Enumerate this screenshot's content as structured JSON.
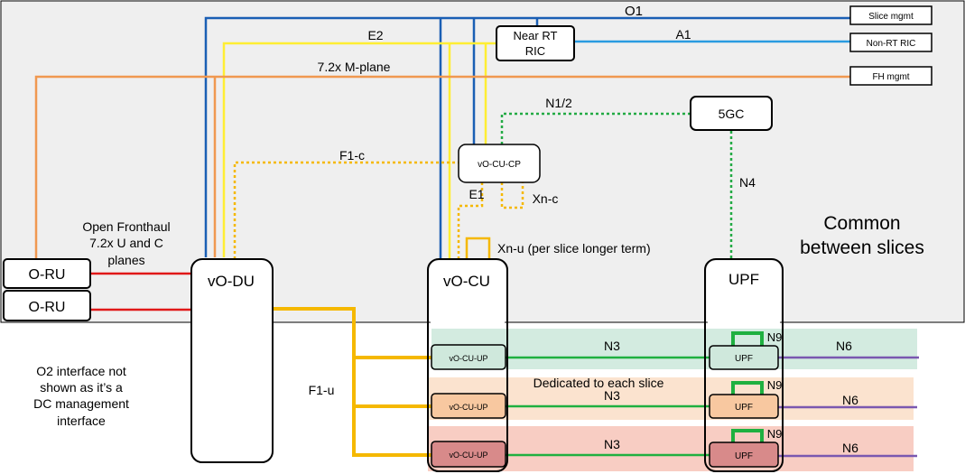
{
  "boxes": {
    "slice_mgmt": "Slice mgmt",
    "non_rt_ric": "Non-RT RIC",
    "fh_mgmt": "FH mgmt",
    "near_rt_ric_line1": "Near RT",
    "near_rt_ric_line2": "RIC",
    "fivegc": "5GC",
    "vo_cu_cp": "vO-CU-CP",
    "o_ru_1": "O-RU",
    "o_ru_2": "O-RU",
    "vo_du": "vO-DU",
    "vo_cu": "vO-CU",
    "upf_common": "UPF",
    "vo_cu_up_1": "vO-CU-UP",
    "vo_cu_up_2": "vO-CU-UP",
    "vo_cu_up_3": "vO-CU-UP",
    "upf_1": "UPF",
    "upf_2": "UPF",
    "upf_3": "UPF"
  },
  "labels": {
    "o1": "O1",
    "e2": "E2",
    "a1": "A1",
    "m_plane": "7.2x M-plane",
    "n1_2": "N1/2",
    "f1_c": "F1-c",
    "e1": "E1",
    "xn_c": "Xn-c",
    "n4": "N4",
    "xn_u": "Xn-u (per slice longer term)",
    "common_line1": "Common",
    "common_line2": "between slices",
    "ofh_line1": "Open Fronthaul",
    "ofh_line2": "7.2x U and C",
    "ofh_line3": "planes",
    "o2_line1": "O2 interface not",
    "o2_line2": "shown as it’s a",
    "o2_line3": "DC management",
    "o2_line4": "interface",
    "f1_u": "F1-u",
    "dedicated": "Dedicated to each slice",
    "n3_1": "N3",
    "n3_2": "N3",
    "n3_3": "N3",
    "n6_1": "N6",
    "n6_2": "N6",
    "n6_3": "N6",
    "n9_1": "N9",
    "n9_2": "N9",
    "n9_3": "N9"
  },
  "colors": {
    "common_bg": "#efefef",
    "slice1": "#d3ebe0",
    "slice2": "#fbe3cf",
    "slice3": "#f8cdc3",
    "box_slice1": "#cfe8dc",
    "box_slice2": "#f8c8a0",
    "box_slice3": "#d88a8a",
    "o1_blue": "#1a5fb4",
    "a1_blue": "#2a9be0",
    "e2_yellow": "#ffee33",
    "mplane_orange": "#f09850",
    "f1_orange": "#f5b800",
    "green": "#1fb040",
    "dotted_green": "#22aa44",
    "red": "#e01818",
    "purple": "#7a58b0"
  }
}
